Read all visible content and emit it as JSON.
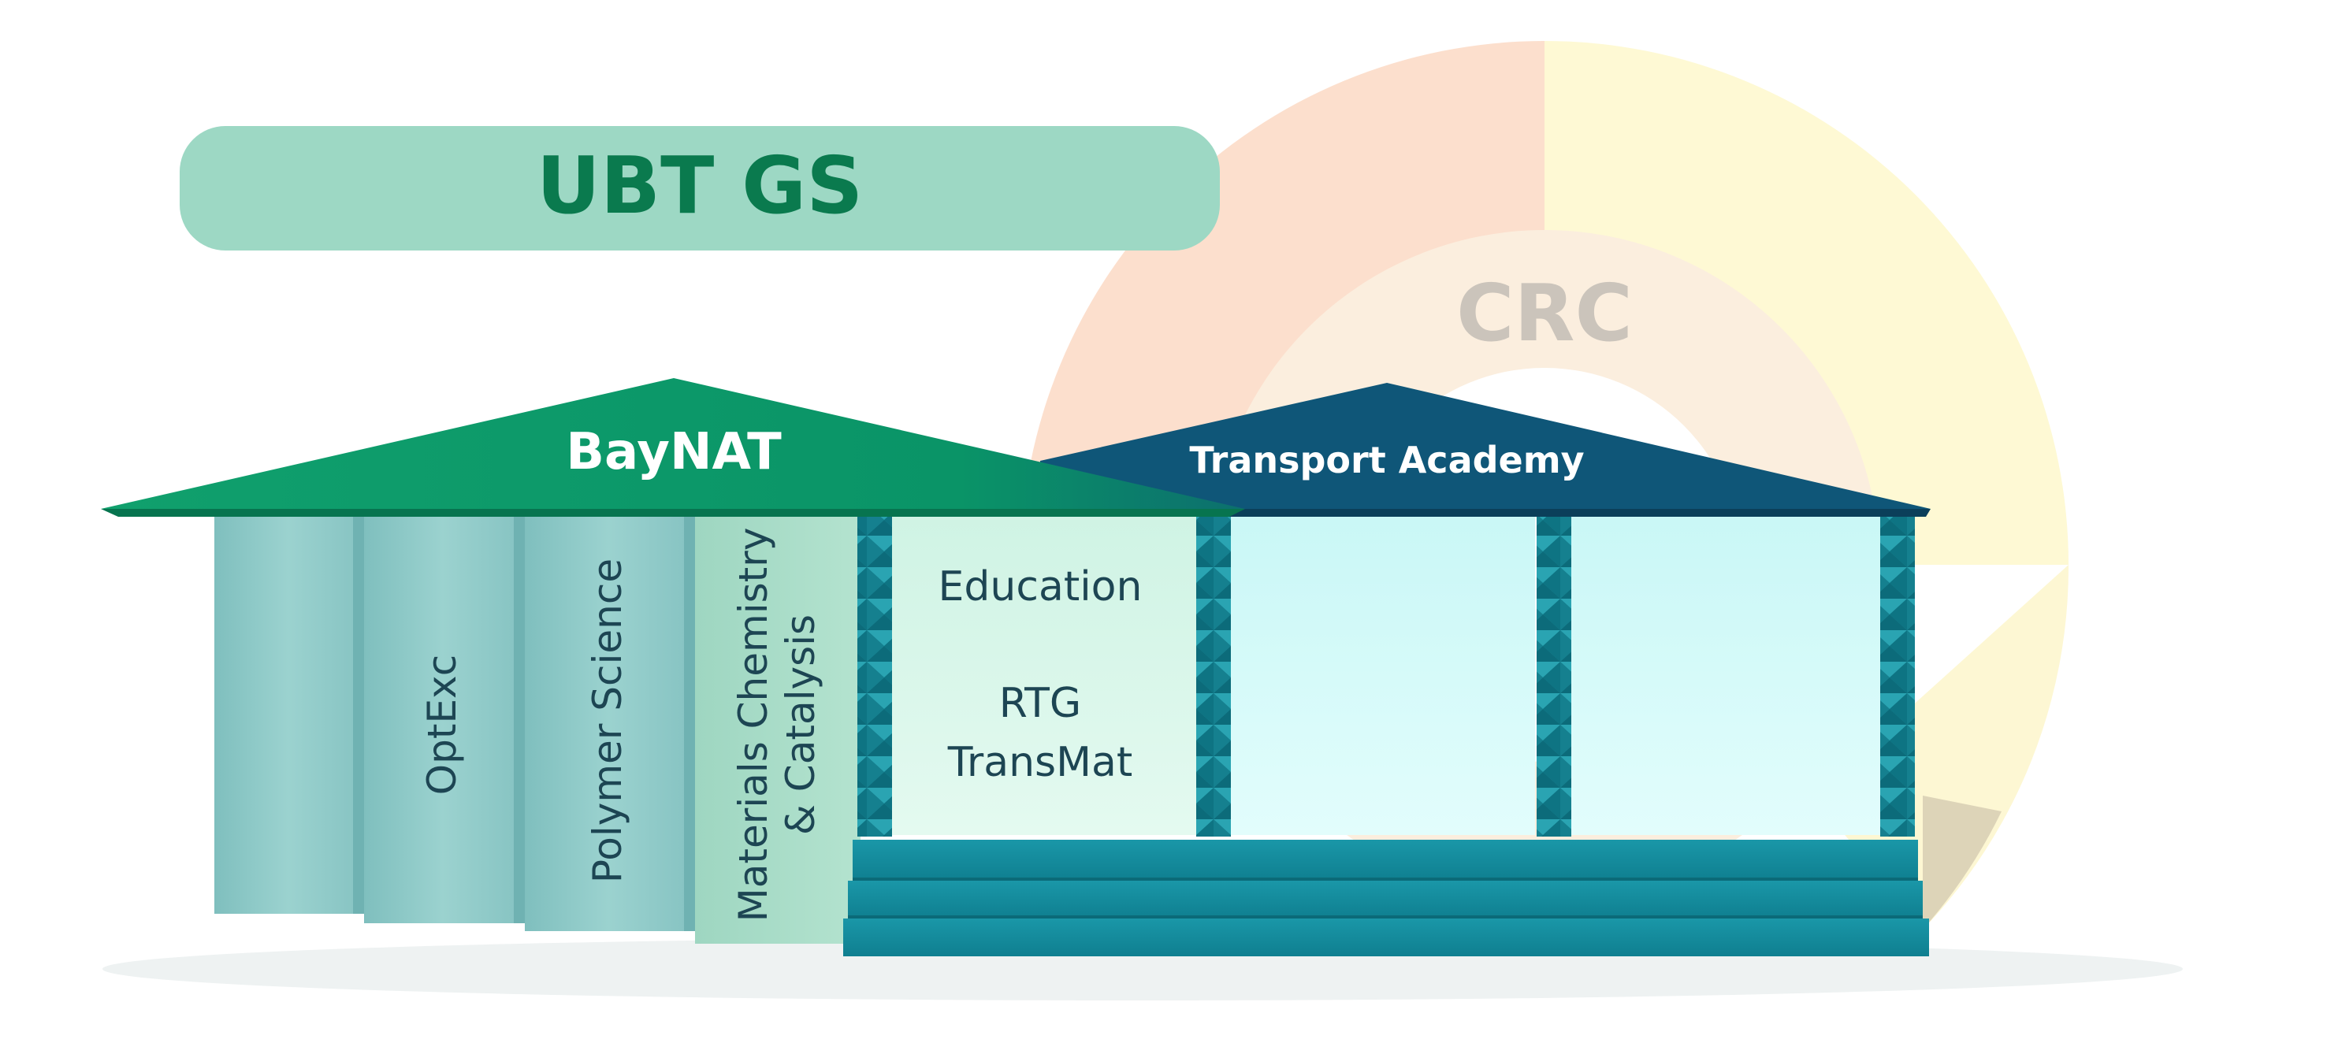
{
  "banner": {
    "label": "UBT GS"
  },
  "crc": {
    "label": "CRC"
  },
  "baynat": {
    "label": "BayNAT"
  },
  "transport": {
    "label": "Transport Academy"
  },
  "pillars": [
    {
      "lines": []
    },
    {
      "lines": [
        "OptExc"
      ]
    },
    {
      "lines": [
        "Polymer Science"
      ]
    },
    {
      "lines": [
        "Materials Chemistry",
        "& Catalysis"
      ]
    }
  ],
  "panel": {
    "line1": "Education",
    "line2": "RTG",
    "line3": "TransMat"
  },
  "colors": {
    "banner_bg": "#9dd8c4",
    "banner_text": "#0a7a4e",
    "baynat_roof": "#0b9a6a",
    "transport_roof": "#0f5678",
    "pillar": "#8fc9c6",
    "materials_pillar": "#a7dcc8",
    "education_panel": "#d6f6e8",
    "glass_panel": "#d4fbfa",
    "steps": "#13899c",
    "column_post": "#127c8c",
    "crc_outer_left": "#fcdcca",
    "crc_outer_right": "#fdf7cf",
    "crc_inner": "#fbe7d8",
    "crc_text": "#c9c2b8"
  }
}
